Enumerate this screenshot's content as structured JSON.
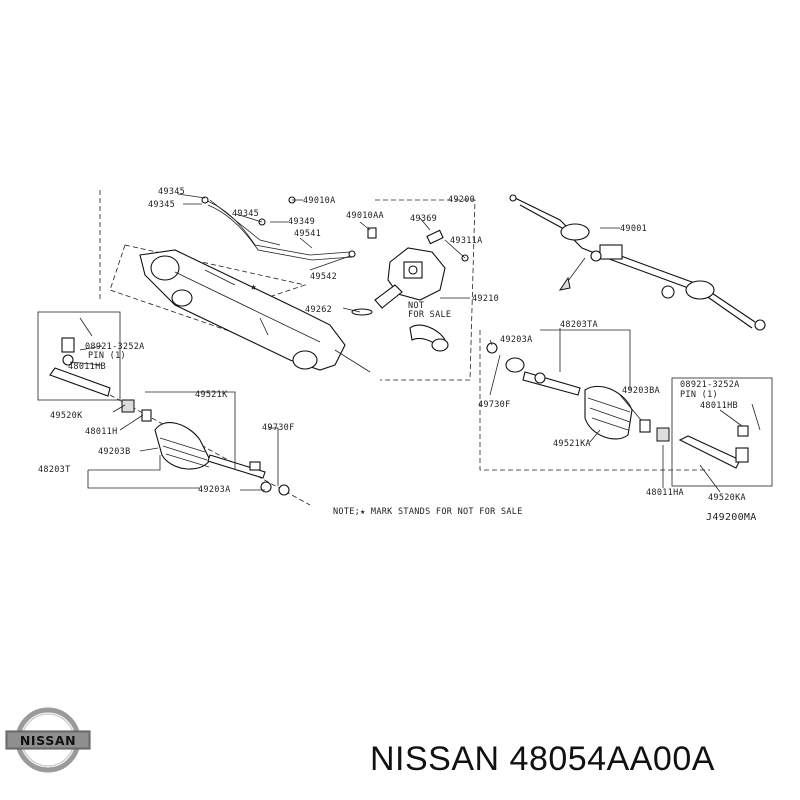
{
  "diagram": {
    "labels": {
      "p49345_top": "49345",
      "p49010A": "49010A",
      "p49200": "49200",
      "p49345_left": "49345",
      "p49345_mid": "49345",
      "p49349": "49349",
      "p49010AA": "49010AA",
      "p49369": "49369",
      "p49001": "49001",
      "p49541": "49541",
      "p49311A": "49311A",
      "p49542": "49542",
      "p49262": "49262",
      "p49210": "49210",
      "not_for_sale_1": "NOT",
      "not_for_sale_2": "FOR SALE",
      "p08921_left": "08921-3252A",
      "pin_left": "PIN (1)",
      "p48011HB_left": "48011HB",
      "p49203A_top": "49203A",
      "p48203TA": "48203TA",
      "p49520K": "49520K",
      "p49521K": "49521K",
      "p48011H": "48011H",
      "p49730F_left": "49730F",
      "p49203B": "49203B",
      "p48203T": "48203T",
      "p49203A_bottom": "49203A",
      "p49730F_right": "49730F",
      "p49203BA": "49203BA",
      "p49521KA": "49521KA",
      "p08921_right": "08921-3252A",
      "pin_right": "PIN (1)",
      "p48011HB_right": "48011HB",
      "p48011HA": "48011HA",
      "p49520KA": "49520KA",
      "note": "NOTE;★ MARK STANDS FOR NOT FOR SALE",
      "diagram_code": "J49200MA"
    }
  },
  "brand": {
    "logo_text": "NISSAN"
  },
  "caption": {
    "text": "NISSAN 48054AA00A"
  }
}
